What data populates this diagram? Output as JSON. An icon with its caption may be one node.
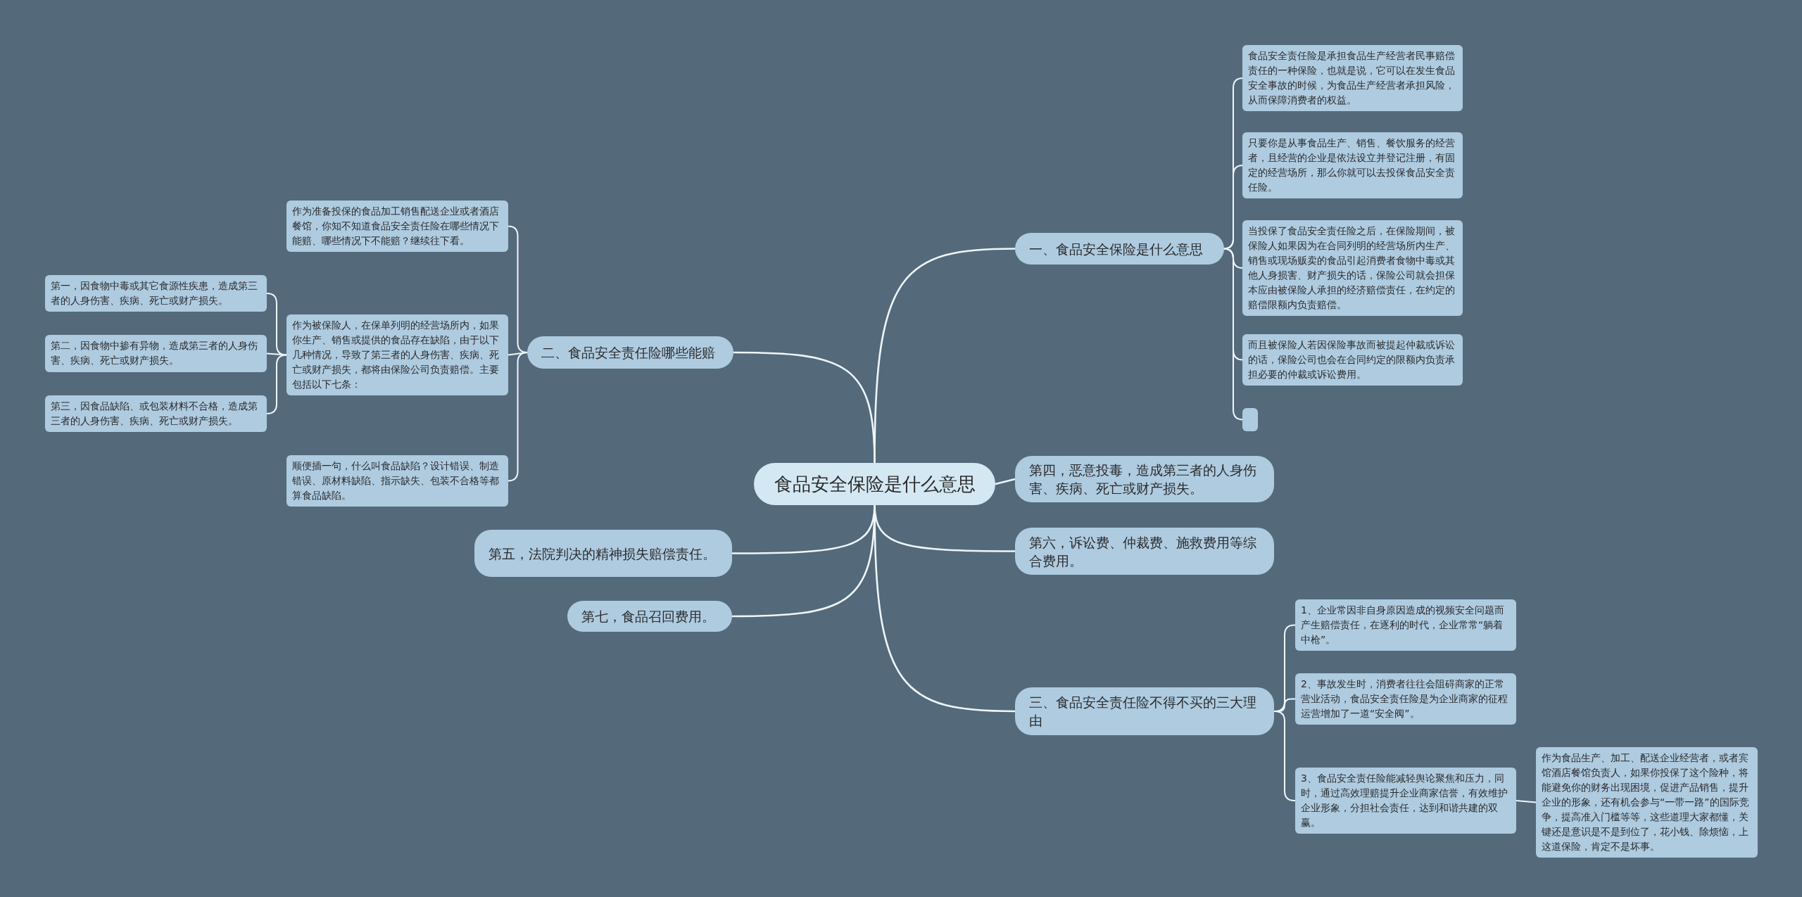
{
  "diagram": {
    "nodes": [
      {
        "text": [
          "食品安全保险是什么意思"
        ]
      },
      {
        "text": [
          "一、食品安全保险是什么意思"
        ]
      },
      {
        "text": [
          "食品安全责任险是承担食品生产经营者民事赔偿责任的一种保险，也就是说，它可以在发生食品安全事故的时候，为食品生产经营者承担风险，从而保障消费者的权益。"
        ]
      },
      {
        "text": [
          "只要你是从事食品生产、销售、餐饮服务的经营者，且经营的企业是依法设立并登记注册，有固定的经营场所，那么你就可以去投保食品安全责任险。"
        ]
      },
      {
        "text": [
          "当投保了食品安全责任险之后，在保险期间，被保险人如果因为在合同列明的经营场所内生产、销售或现场贩卖的食品引起消费者食物中毒或其他人身损害、财产损失的话，保险公司就会担保本应由被保险人承担的经济赔偿责任，在约定的赔偿限额内负责赔偿。"
        ]
      },
      {
        "text": [
          "而且被保险人若因保险事故而被提起仲裁或诉讼的话，保险公司也会在合同约定的限额内负责承担必要的仲裁或诉讼费用。"
        ]
      },
      {
        "text": [],
        "shape": "box"
      },
      {
        "text": [
          "二、食品安全责任险哪些能赔"
        ]
      },
      {
        "text": [
          "作为准备投保的食品加工销售配送企业或者酒店餐馆，你知不知道食品安全责任险在哪些情况下能赔、哪些情况下不能赔？继续往下看。"
        ]
      },
      {
        "text": [
          "作为被保险人，在保单列明的经营场所内，如果你生产、销售或提供的食品存在缺陷，由于以下几种情况，导致了第三者的人身伤害、疾病、死亡或财产损失，都将由保险公司负责赔偿。主要包括以下七条："
        ]
      },
      {
        "text": [
          "第一，因食物中毒或其它食源性疾患，造成第三者的人身伤害、疾病、死亡或财产损失。"
        ]
      },
      {
        "text": [
          "第二，因食物中掺有异物，造成第三者的人身伤害、疾病、死亡或财产损失。"
        ]
      },
      {
        "text": [
          "第三，因食品缺陷、或包装材料不合格，造成第三者的人身伤害、疾病、死亡或财产损失。"
        ]
      },
      {
        "text": [
          "顺便插一句，什么叫食品缺陷？设计错误、制造错误、原材料缺陷、指示缺失、包装不合格等都算食品缺陷。"
        ]
      },
      {
        "text": [
          "第四，恶意投毒，造成第三者的人身伤害、疾病、死亡或财产损失。"
        ]
      },
      {
        "text": [
          "第五，法院判决的精神损失赔偿责任。"
        ]
      },
      {
        "text": [
          "第六，诉讼费、仲裁费、施救费用等综合费用。"
        ]
      },
      {
        "text": [
          "第七，食品召回费用。"
        ]
      },
      {
        "text": [
          "三、食品安全责任险不得不买的三大理由"
        ]
      },
      {
        "text": [
          "1、企业常因非自身原因造成的视频安全问题而产生赔偿责任，在逐利的时代，企业常常“躺着中枪”。"
        ]
      },
      {
        "text": [
          "2、事故发生时，消费者往往会阻碍商家的正常营业活动，食品安全责任险是为企业商家的征程运营增加了一道“安全阀”。"
        ]
      },
      {
        "text": [
          "3、食品安全责任险能减轻舆论聚焦和压力，同时，通过高效理赔提升企业商家信誉，有效维护企业形象，分担社会责任，达到和谐共建的双赢。"
        ]
      },
      {
        "text": [
          "作为食品生产、加工、配送企业经营者，或者宾馆酒店餐馆负责人，如果你投保了这个险种，将能避免你的财务出现困境，促进产品销售，提升企业的形象，还有机会参与“一带一路”的国际竞争，提高准入门槛等等，这些道理大家都懂，关键还是意识是不是到位了，花小钱、除烦恼，上这道保险，肯定不是坏事。"
        ]
      }
    ],
    "edges": [
      {
        "from": 0,
        "to": 1,
        "arrow": "none"
      },
      {
        "from": 1,
        "to": 2,
        "arrow": "none"
      },
      {
        "from": 1,
        "to": 3,
        "arrow": "none"
      },
      {
        "from": 1,
        "to": 4,
        "arrow": "none"
      },
      {
        "from": 1,
        "to": 5,
        "arrow": "none"
      },
      {
        "from": 1,
        "to": 6,
        "arrow": "none"
      },
      {
        "from": 0,
        "to": 7,
        "arrow": "none"
      },
      {
        "from": 7,
        "to": 8,
        "arrow": "none"
      },
      {
        "from": 7,
        "to": 9,
        "arrow": "none"
      },
      {
        "from": 9,
        "to": 10,
        "arrow": "none"
      },
      {
        "from": 9,
        "to": 11,
        "arrow": "none"
      },
      {
        "from": 9,
        "to": 12,
        "arrow": "none"
      },
      {
        "from": 7,
        "to": 13,
        "arrow": "none"
      },
      {
        "from": 0,
        "to": 14,
        "arrow": "none"
      },
      {
        "from": 0,
        "to": 15,
        "arrow": "none"
      },
      {
        "from": 0,
        "to": 16,
        "arrow": "none"
      },
      {
        "from": 0,
        "to": 17,
        "arrow": "none"
      },
      {
        "from": 0,
        "to": 18,
        "arrow": "none"
      },
      {
        "from": 18,
        "to": 19,
        "arrow": "none"
      },
      {
        "from": 18,
        "to": 20,
        "arrow": "none"
      },
      {
        "from": 18,
        "to": 21,
        "arrow": "none"
      },
      {
        "from": 21,
        "to": 22,
        "arrow": "none"
      }
    ]
  }
}
